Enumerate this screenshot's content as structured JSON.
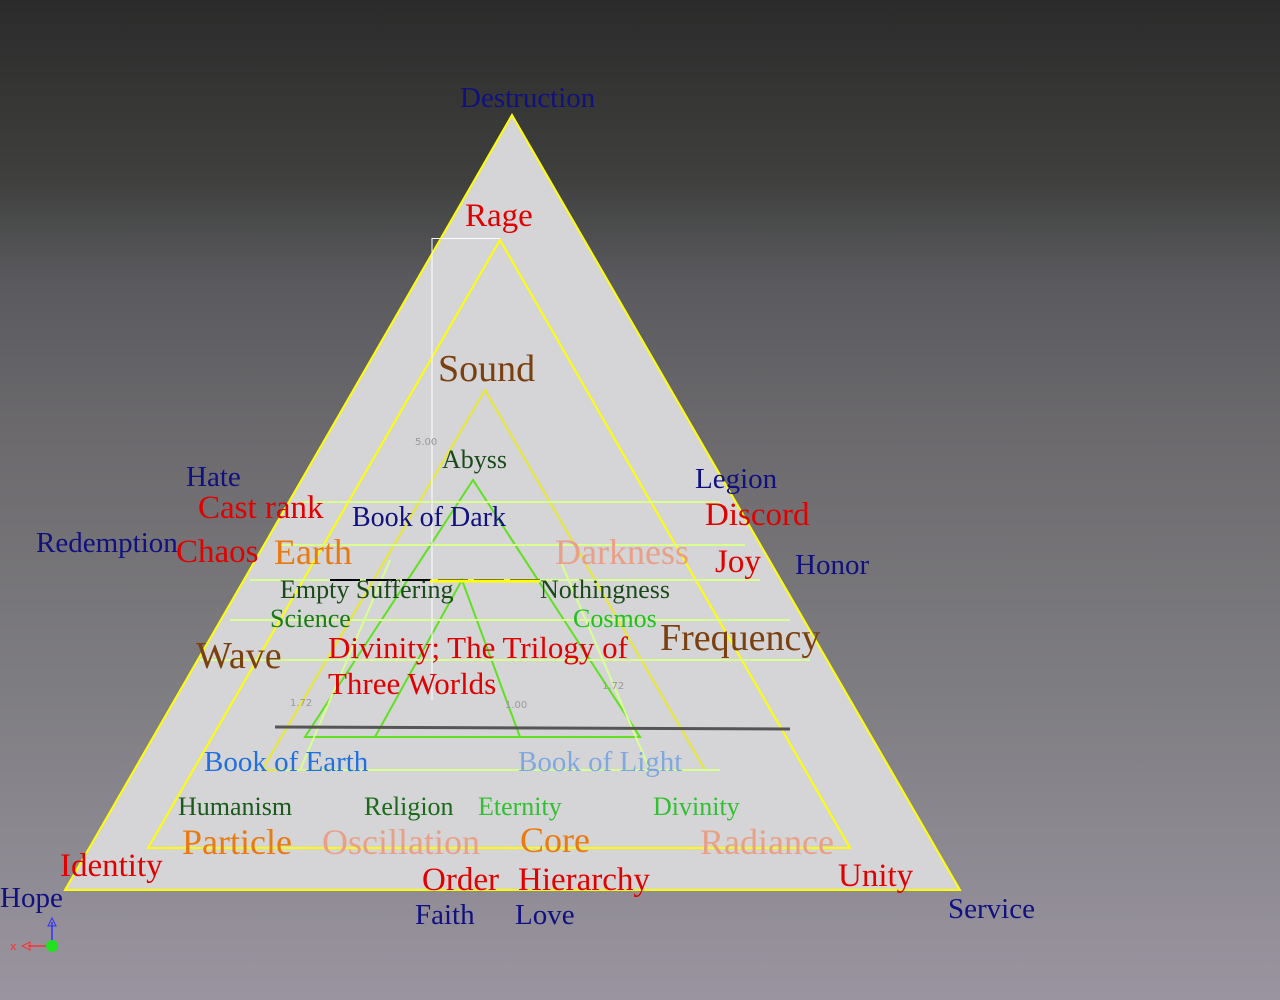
{
  "vertices": {
    "top": "Destruction",
    "left": "Hope",
    "right": "Service"
  },
  "outer_labels": {
    "hate": "Hate",
    "redemption": "Redemption",
    "legion": "Legion",
    "honor": "Honor",
    "faith": "Faith",
    "love": "Love"
  },
  "ring1": {
    "rage": "Rage",
    "cast_rank": "Cast rank",
    "chaos": "Chaos",
    "discord": "Discord",
    "identity": "Identity",
    "order": "Order",
    "hierarchy": "Hierarchy",
    "unity": "Unity"
  },
  "ring2": {
    "sound": "Sound",
    "earth": "Earth",
    "darkness": "Darkness",
    "joy": "Joy",
    "wave": "Wave",
    "frequency": "Frequency",
    "particle": "Particle",
    "oscillation": "Oscillation",
    "core": "Core",
    "radiance": "Radiance"
  },
  "ring3": {
    "abyss": "Abyss",
    "book_of_dark": "Book of Dark",
    "empty_suffering": "Empty Suffering",
    "nothingness": "Nothingness",
    "science": "Science",
    "cosmos": "Cosmos",
    "humanism": "Humanism",
    "religion": "Religion",
    "eternity": "Eternity",
    "divinity": "Divinity",
    "book_of_earth": "Book of Earth",
    "book_of_light": "Book of Light"
  },
  "center": {
    "line1": "Divinity; The Trilogy of",
    "line2": "Three Worlds"
  },
  "ticks": {
    "t1": "5.00",
    "t2": "1.72",
    "t3": "1.72",
    "t4": "1.00"
  },
  "axis": {
    "x": "x"
  },
  "colors": {
    "red": "#e00000",
    "navy": "#101080",
    "brown": "#7a4010",
    "orange": "#e87a10",
    "salmon": "#e8a088",
    "dkgreen": "#1a5a1a",
    "green": "#20c020",
    "blue": "#2070e0",
    "ltblue": "#80a8e0",
    "yellow": "#ffff00",
    "lime": "#60e020"
  }
}
